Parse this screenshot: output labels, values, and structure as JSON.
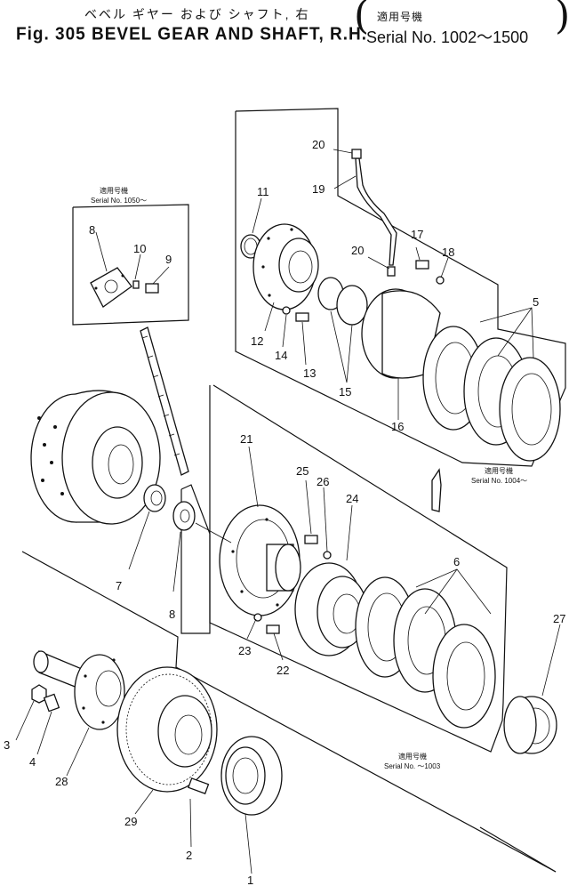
{
  "header": {
    "title_jp": "ベベル ギヤー および シャフト, 右",
    "title_en": "Fig. 305 BEVEL GEAR AND SHAFT, R.H.",
    "serial_jp": "適用号機",
    "serial_en": "Serial No. 1002～1500"
  },
  "notes": {
    "top_left_jp": "適用号機",
    "top_left_en": "Serial No. 1050～",
    "right_jp": "適用号機",
    "right_en": "Serial No. 1004～",
    "bottom_jp": "適用号機",
    "bottom_en": "Serial No. ～1003"
  },
  "callouts": {
    "p1": "1",
    "p2": "2",
    "p3": "3",
    "p4": "4",
    "p5": "5",
    "p6": "6",
    "p7": "7",
    "p8a": "8",
    "p8b": "8",
    "p9": "9",
    "p10": "10",
    "p11": "11",
    "p12": "12",
    "p13": "13",
    "p14": "14",
    "p15": "15",
    "p16": "16",
    "p17": "17",
    "p18": "18",
    "p19": "19",
    "p20a": "20",
    "p20b": "20",
    "p21": "21",
    "p22": "22",
    "p23": "23",
    "p24": "24",
    "p25": "25",
    "p26": "26",
    "p27": "27",
    "p28": "28",
    "p29": "29"
  }
}
